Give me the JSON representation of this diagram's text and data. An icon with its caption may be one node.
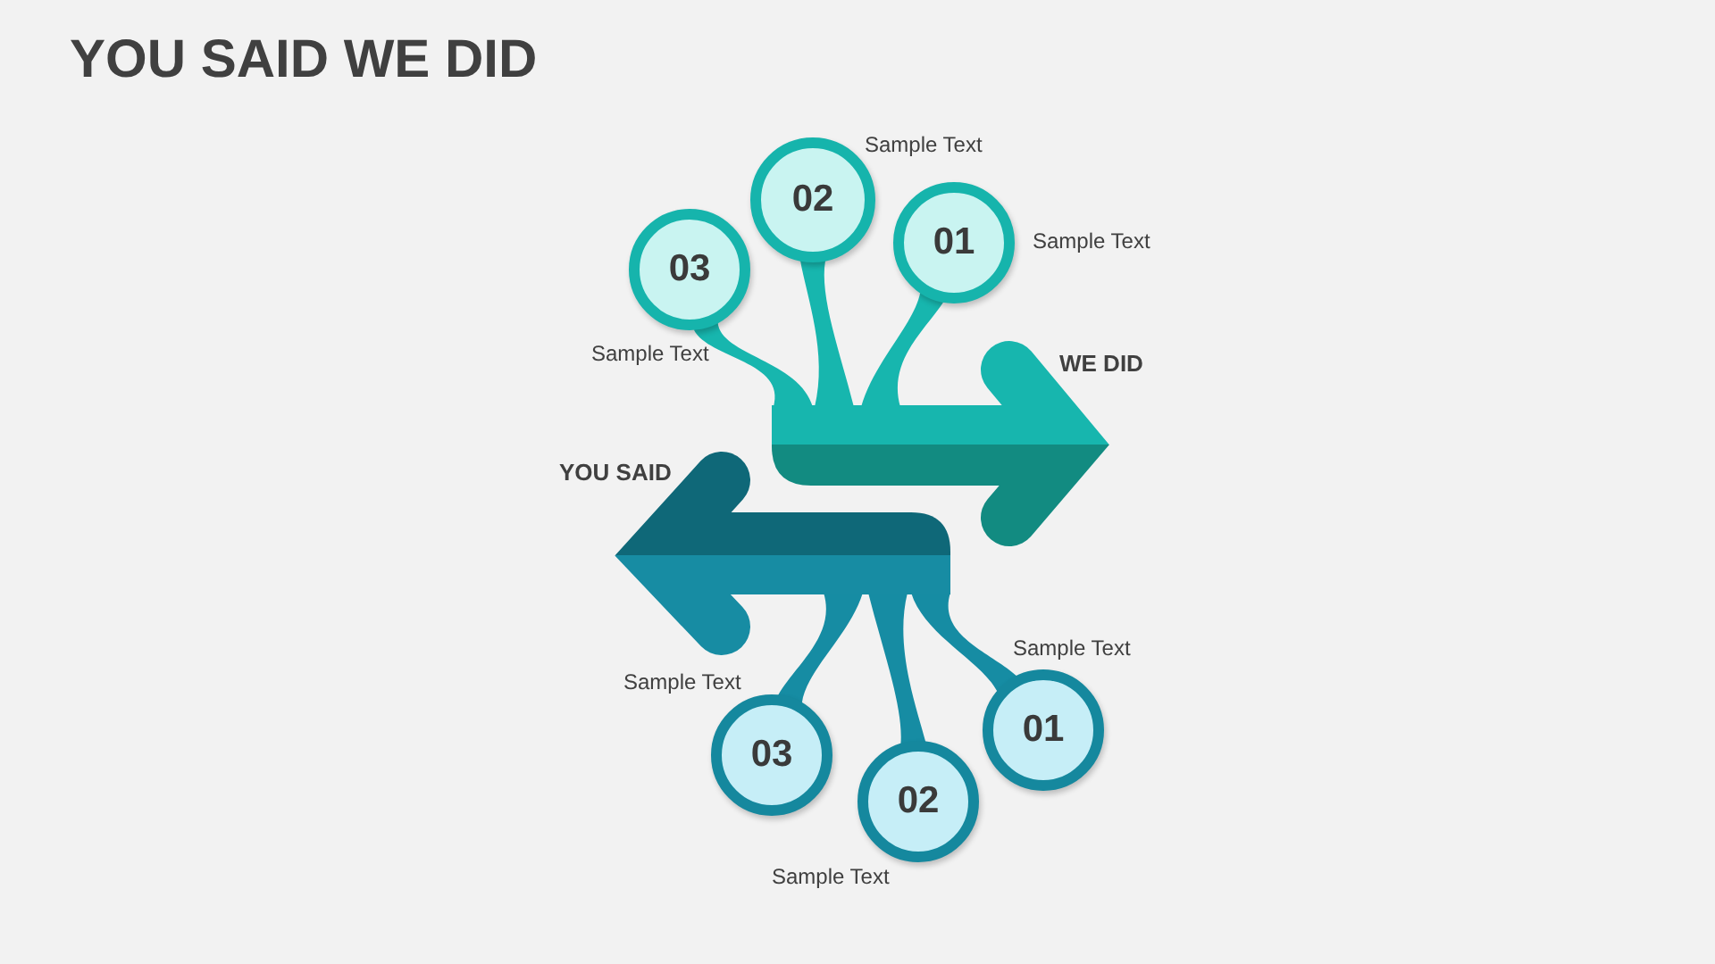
{
  "diagram": {
    "title": "YOU SAID WE DID",
    "nodes": [
      {
        "text": [
          "03"
        ],
        "beside": [
          "Sample Text"
        ]
      },
      {
        "text": [
          "02"
        ],
        "beside": [
          "Sample Text"
        ]
      },
      {
        "text": [
          "01"
        ],
        "beside": [
          "Sample Text"
        ]
      },
      {
        "text": [
          "WE DID"
        ]
      },
      {
        "text": [
          "YOU SAID"
        ]
      },
      {
        "text": [
          "03"
        ],
        "beside": [
          "Sample Text"
        ]
      },
      {
        "text": [
          "02"
        ],
        "beside": [
          "Sample Text"
        ]
      },
      {
        "text": [
          "01"
        ],
        "beside": [
          "Sample Text"
        ]
      }
    ],
    "edges": [
      {
        "from": 0,
        "to": 3,
        "arrow": "none"
      },
      {
        "from": 1,
        "to": 3,
        "arrow": "none"
      },
      {
        "from": 2,
        "to": 3,
        "arrow": "none"
      },
      {
        "from": 5,
        "to": 4,
        "arrow": "none",
        "color": "#168ca3"
      },
      {
        "from": 6,
        "to": 4,
        "arrow": "none",
        "color": "#168ca3"
      },
      {
        "from": 7,
        "to": 4,
        "arrow": "none",
        "color": "#168ca3"
      }
    ]
  }
}
